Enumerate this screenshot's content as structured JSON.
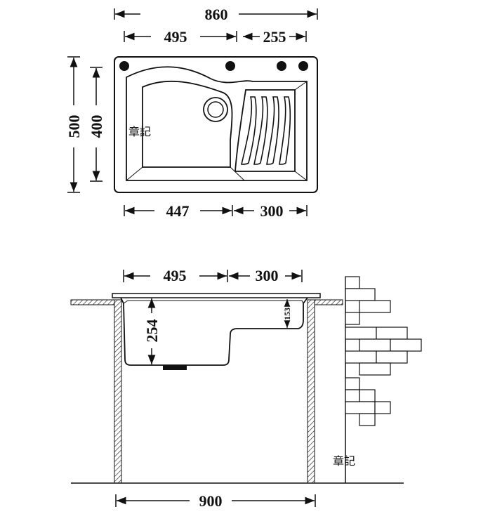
{
  "top_view": {
    "dimensions": {
      "overall_width": "860",
      "bowl_width": "495",
      "board_width": "255",
      "overall_depth": "500",
      "inner_depth": "400",
      "bottom_left": "447",
      "bottom_right": "300"
    },
    "watermark": "章記"
  },
  "side_view": {
    "dimensions": {
      "bowl_width": "495",
      "board_width": "300",
      "bowl_depth": "254",
      "board_depth": "153",
      "cabinet_width": "900"
    },
    "watermark": "章記"
  }
}
